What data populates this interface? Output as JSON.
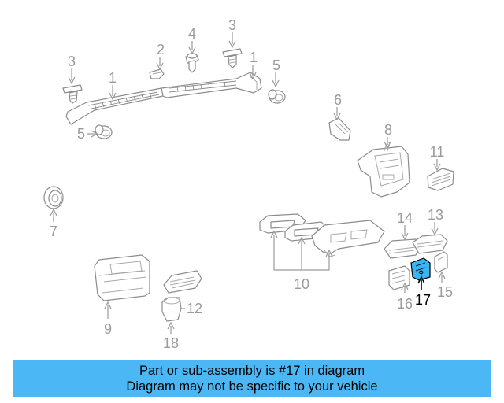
{
  "callouts": [
    {
      "id": "1a",
      "text": "1"
    },
    {
      "id": "1b",
      "text": "1"
    },
    {
      "id": "2",
      "text": "2"
    },
    {
      "id": "3a",
      "text": "3"
    },
    {
      "id": "3b",
      "text": "3"
    },
    {
      "id": "4",
      "text": "4"
    },
    {
      "id": "5a",
      "text": "5"
    },
    {
      "id": "5b",
      "text": "5"
    },
    {
      "id": "6",
      "text": "6"
    },
    {
      "id": "7",
      "text": "7"
    },
    {
      "id": "8",
      "text": "8"
    },
    {
      "id": "9",
      "text": "9"
    },
    {
      "id": "10",
      "text": "10"
    },
    {
      "id": "11",
      "text": "11"
    },
    {
      "id": "12",
      "text": "12"
    },
    {
      "id": "13",
      "text": "13"
    },
    {
      "id": "14",
      "text": "14"
    },
    {
      "id": "15",
      "text": "15"
    },
    {
      "id": "16",
      "text": "16"
    },
    {
      "id": "17",
      "text": "17"
    },
    {
      "id": "18",
      "text": "18"
    }
  ],
  "highlight": {
    "part": "17",
    "color": "#39b4f4"
  },
  "banner": {
    "line1": "Part or sub-assembly is #17 in diagram",
    "line2": "Diagram may not be specific to your vehicle",
    "color": "#4cb7f5"
  }
}
